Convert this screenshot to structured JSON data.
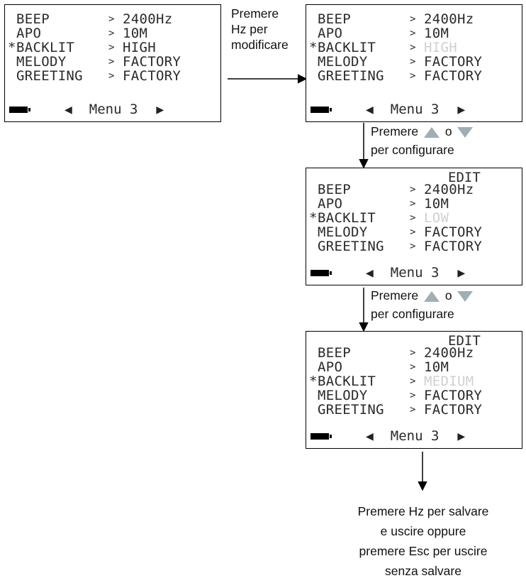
{
  "screens": [
    {
      "edit": "",
      "rows": [
        {
          "marker": " ",
          "label": "BEEP",
          "value": "2400Hz",
          "dim": false
        },
        {
          "marker": " ",
          "label": "APO",
          "value": "10M",
          "dim": false
        },
        {
          "marker": "*",
          "label": "BACKLIT",
          "value": "HIGH",
          "dim": false
        },
        {
          "marker": " ",
          "label": "MELODY",
          "value": "FACTORY",
          "dim": false
        },
        {
          "marker": " ",
          "label": "GREETING",
          "value": "FACTORY",
          "dim": false
        }
      ],
      "menu": "Menu 3"
    },
    {
      "edit": "",
      "rows": [
        {
          "marker": " ",
          "label": "BEEP",
          "value": "2400Hz",
          "dim": false
        },
        {
          "marker": " ",
          "label": "APO",
          "value": "10M",
          "dim": false
        },
        {
          "marker": "*",
          "label": "BACKLIT",
          "value": "HIGH",
          "dim": true
        },
        {
          "marker": " ",
          "label": "MELODY",
          "value": "FACTORY",
          "dim": false
        },
        {
          "marker": " ",
          "label": "GREETING",
          "value": "FACTORY",
          "dim": false
        }
      ],
      "menu": "Menu 3"
    },
    {
      "edit": "EDIT",
      "rows": [
        {
          "marker": " ",
          "label": "BEEP",
          "value": "2400Hz",
          "dim": false
        },
        {
          "marker": " ",
          "label": "APO",
          "value": "10M",
          "dim": false
        },
        {
          "marker": "*",
          "label": "BACKLIT",
          "value": "LOW",
          "dim": true
        },
        {
          "marker": " ",
          "label": "MELODY",
          "value": "FACTORY",
          "dim": false
        },
        {
          "marker": " ",
          "label": "GREETING",
          "value": "FACTORY",
          "dim": false
        }
      ],
      "menu": "Menu 3"
    },
    {
      "edit": "EDIT",
      "rows": [
        {
          "marker": " ",
          "label": "BEEP",
          "value": "2400Hz",
          "dim": false
        },
        {
          "marker": " ",
          "label": "APO",
          "value": "10M",
          "dim": false
        },
        {
          "marker": "*",
          "label": "BACKLIT",
          "value": "MEDIUM",
          "dim": true
        },
        {
          "marker": " ",
          "label": "MELODY",
          "value": "FACTORY",
          "dim": false
        },
        {
          "marker": " ",
          "label": "GREETING",
          "value": "FACTORY",
          "dim": false
        }
      ],
      "menu": "Menu 3"
    }
  ],
  "annotations": {
    "step1": [
      "Premere",
      "Hz per",
      "modificare"
    ],
    "step2": {
      "line1_a": "Premere",
      "line1_b": "o",
      "line2": "per configurare"
    },
    "step3": {
      "line1_a": "Premere",
      "line1_b": "o",
      "line2": "per configurare"
    },
    "final": [
      "Premere Hz per salvare",
      "e uscire oppure",
      "premere Esc per uscire",
      "senza salvare"
    ]
  },
  "icons": {
    "up_key": "up-arrow-key-icon",
    "down_key": "down-arrow-key-icon",
    "battery": "battery-icon",
    "left": "left-triangle-icon",
    "right": "right-triangle-icon"
  },
  "colors": {
    "key_icon": "#a0aeb6",
    "dim_value": "#d0d0d0"
  }
}
